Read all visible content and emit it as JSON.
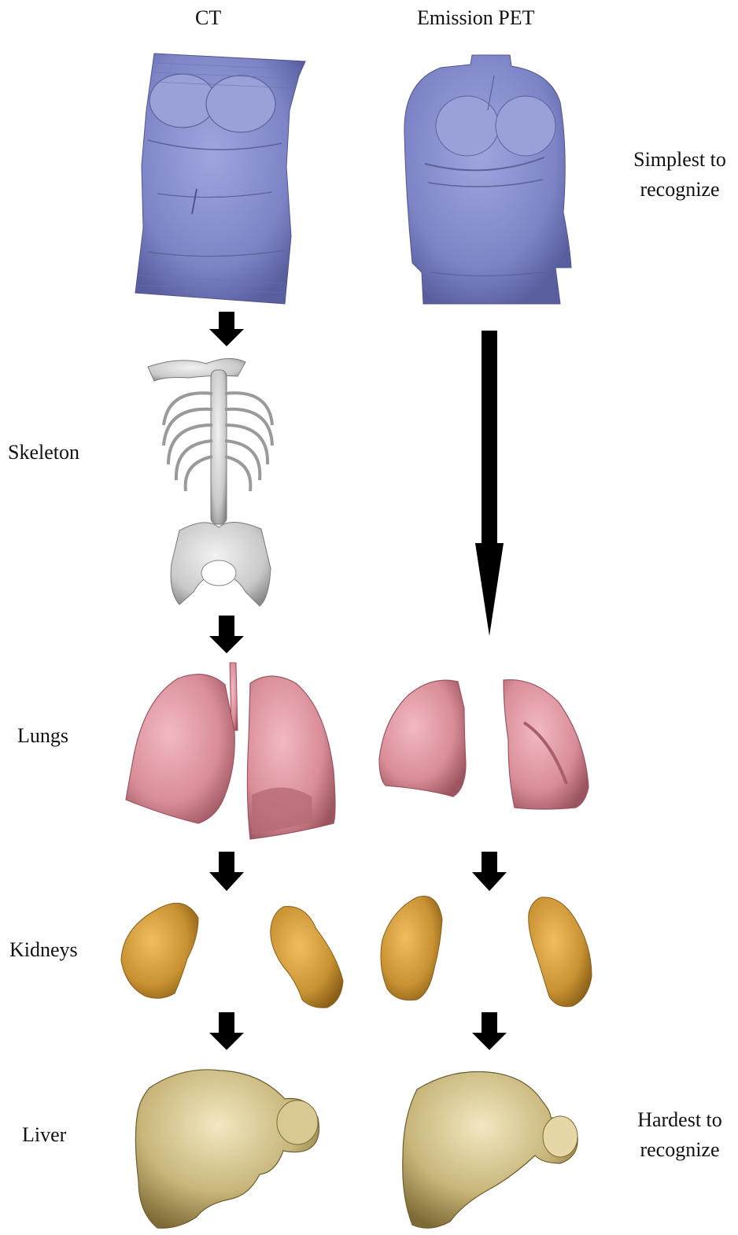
{
  "columns": {
    "ct": "CT",
    "pet": "Emission PET"
  },
  "rows": {
    "skeleton": "Skeleton",
    "lungs": "Lungs",
    "kidneys": "Kidneys",
    "liver": "Liver"
  },
  "difficulty": {
    "top_line1": "Simplest to",
    "top_line2": "recognize",
    "bottom_line1": "Hardest to",
    "bottom_line2": "recognize"
  },
  "colors": {
    "body_surface": "#7d84c6",
    "skeleton": "#c9c9c9",
    "lungs": "#d98d98",
    "kidneys": "#c99232",
    "liver": "#c8b67a",
    "arrow": "#000000"
  }
}
